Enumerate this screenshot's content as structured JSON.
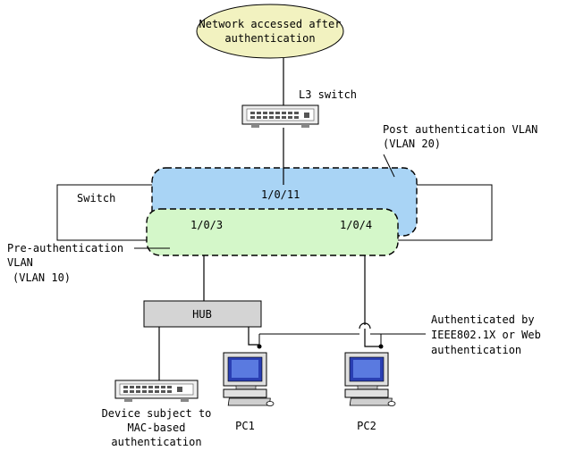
{
  "nodes": {
    "network": {
      "line1": "Network accessed after",
      "line2": "authentication",
      "fill": "#f2f2c0"
    },
    "l3_switch": {
      "label": "L3 switch"
    },
    "switch": {
      "label": "Switch"
    },
    "hub": {
      "label": "HUB"
    },
    "mac_device": {
      "line1": "Device subject to",
      "line2": "MAC-based",
      "line3": "authentication"
    },
    "pc1": {
      "label": "PC1"
    },
    "pc2": {
      "label": "PC2"
    }
  },
  "ports": {
    "p11": "1/0/11",
    "p3": "1/0/3",
    "p4": "1/0/4"
  },
  "vlans": {
    "post": {
      "line1": "Post authentication VLAN",
      "line2": "(VLAN 20)",
      "fill": "#a9d4f5"
    },
    "pre": {
      "line1": "Pre-authentication",
      "line2": "VLAN",
      "line3": "(VLAN 10)",
      "fill": "#d4f7c9"
    }
  },
  "annotation": {
    "line1": "Authenticated by",
    "line2": "IEEE802.1X or Web",
    "line3": "authentication"
  }
}
